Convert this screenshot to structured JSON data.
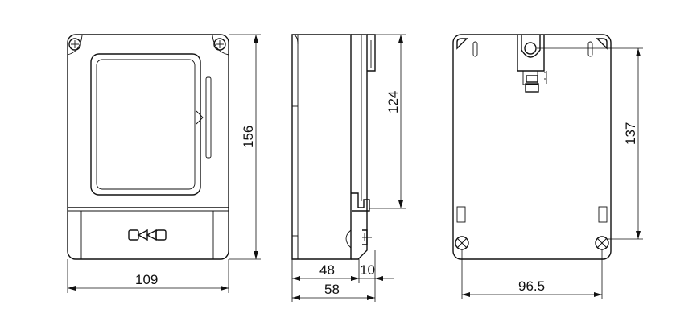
{
  "dimensions": {
    "front_width": "109",
    "front_height": "156",
    "side_depth_body": "48",
    "side_depth_total": "58",
    "side_protrusion": "10",
    "side_height": "124",
    "back_hole_spacing_h": "96.5",
    "back_hole_spacing_v": "137"
  }
}
